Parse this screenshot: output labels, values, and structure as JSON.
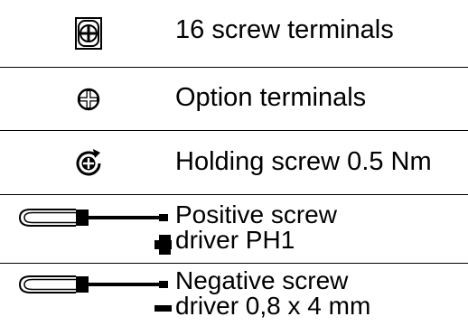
{
  "legend": {
    "rows": [
      {
        "icon": "screw-terminal-icon",
        "label": "16 screw terminals"
      },
      {
        "icon": "option-terminal-icon",
        "label": "Option terminals"
      },
      {
        "icon": "holding-screw-icon",
        "label": "Holding screw 0.5 Nm"
      },
      {
        "icon": "positive-screwdriver-icon",
        "label_line1": "Positive screw",
        "label_line2": "driver PH1"
      },
      {
        "icon": "negative-screwdriver-icon",
        "label_line1": "Negative screw",
        "label_line2": "driver 0,8 x 4 mm"
      }
    ]
  },
  "colors": {
    "ink": "#000000",
    "background": "#ffffff"
  }
}
